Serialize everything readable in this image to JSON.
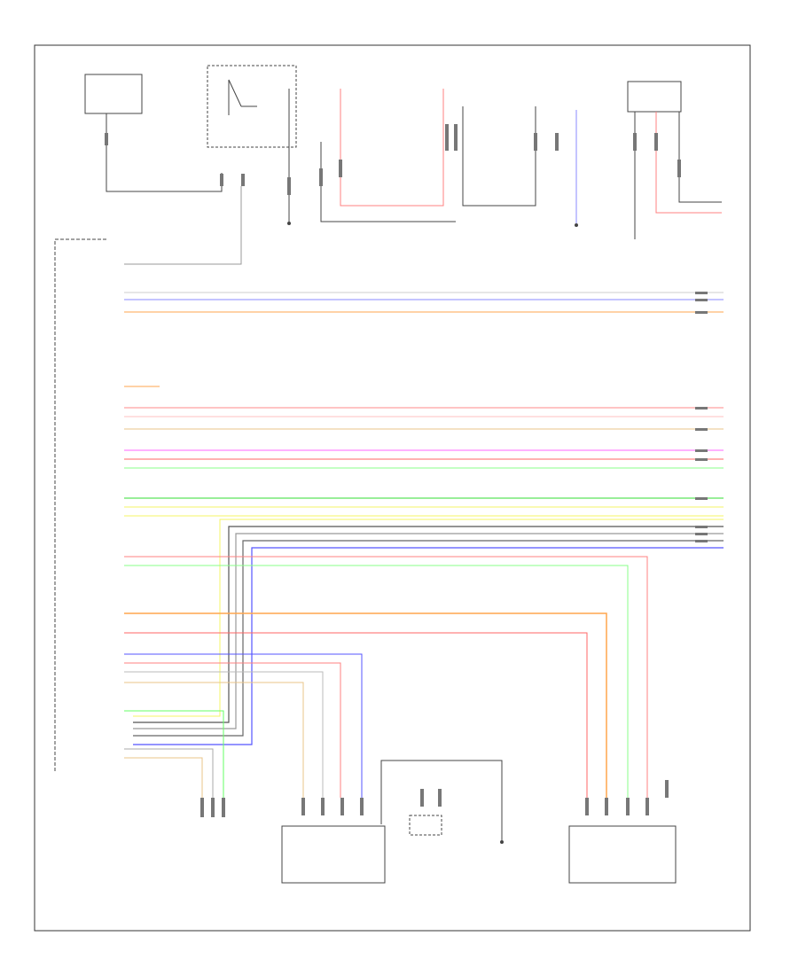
{
  "diagram": {
    "page_label": "",
    "main_module_label": "",
    "components": [
      {
        "id": "jb-fuse-left",
        "lines": [
          "",
          "",
          "",
          ""
        ]
      },
      {
        "id": "ignition-relay",
        "lines": [
          "",
          "",
          ""
        ]
      },
      {
        "id": "jb-fuse-center",
        "lines": [
          "",
          ""
        ]
      },
      {
        "id": "ground-1",
        "lines": [
          "",
          ""
        ]
      },
      {
        "id": "hazard-switch",
        "lines": [
          "",
          "",
          ""
        ]
      },
      {
        "id": "combination-meter",
        "lines": [
          "",
          "",
          ""
        ]
      },
      {
        "id": "ground-2",
        "lines": [
          "",
          ""
        ]
      },
      {
        "id": "accessory-socket",
        "lines": [
          "",
          "",
          ""
        ]
      },
      {
        "id": "front-seat-heater",
        "lines": [
          "",
          "",
          ""
        ]
      },
      {
        "id": "left-seat-module",
        "lines": [
          "",
          "",
          ""
        ]
      },
      {
        "id": "cigar-lighter",
        "lines": [
          "",
          "",
          ""
        ]
      },
      {
        "id": "right-seat-module",
        "lines": [
          "",
          "",
          ""
        ]
      },
      {
        "id": "ground-3",
        "lines": [
          "",
          ""
        ]
      }
    ],
    "wires": [
      {
        "id": "w-gray-1",
        "color": "#cccccc"
      },
      {
        "id": "w-blue-1",
        "color": "#8a8aff"
      },
      {
        "id": "w-orange-1",
        "color": "#ffa64d"
      },
      {
        "id": "w-orange-2",
        "color": "#ffa64d"
      },
      {
        "id": "w-pink-1",
        "color": "#ff8a8a"
      },
      {
        "id": "w-pink-2",
        "color": "#ff8a8a"
      },
      {
        "id": "w-tan-1",
        "color": "#e8c48a"
      },
      {
        "id": "w-magenta-1",
        "color": "#ff66ff"
      },
      {
        "id": "w-red-1",
        "color": "#ff6666"
      },
      {
        "id": "w-lgreen-1",
        "color": "#66ff66"
      },
      {
        "id": "w-green-1",
        "color": "#33dd33"
      },
      {
        "id": "w-yellow-1",
        "color": "#f5f566"
      },
      {
        "id": "w-black-1",
        "color": "#555555"
      },
      {
        "id": "w-gray-2",
        "color": "#888888"
      },
      {
        "id": "w-purple-1",
        "color": "#8888ff"
      },
      {
        "id": "w-lgreen-2",
        "color": "#88ff88"
      }
    ]
  }
}
